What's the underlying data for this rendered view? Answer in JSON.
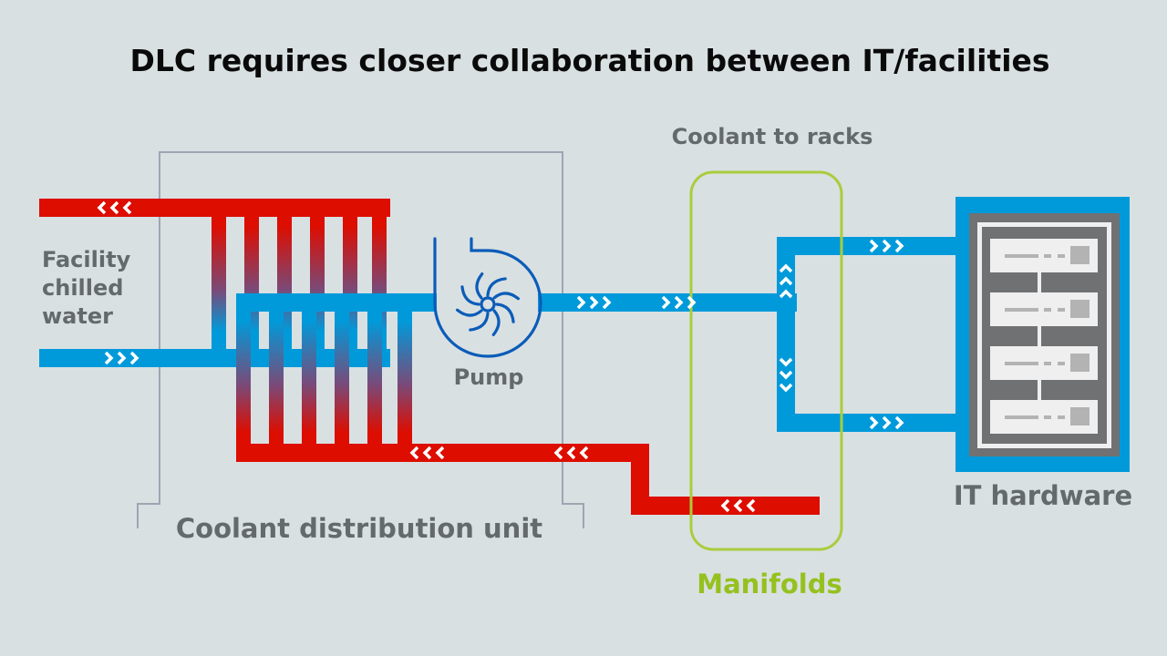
{
  "title": "DLC requires closer collaboration between IT/facilities",
  "labels": {
    "facility_water": [
      "Facility",
      "chilled",
      "water"
    ],
    "pump": "Pump",
    "cdu": "Coolant distribution unit",
    "coolant_to_racks": "Coolant to racks",
    "manifolds": "Manifolds",
    "it_hardware": "IT hardware"
  },
  "icons": {
    "pump": "pump-impeller-icon",
    "server_rack": "server-rack-icon",
    "flow_arrow": "chevron-flow-arrows"
  },
  "colors": {
    "background": "#d9e0e2",
    "hot_pipe": "#dd0d00",
    "cold_pipe": "#009ada",
    "pump": "#0b5cb8",
    "manifold_outline": "#a9cd3d",
    "manifold_label": "#95c11f",
    "bracket": "#9ca6b3",
    "label_gray": "#646a6c",
    "title": "#0a0a0a",
    "rack_dark": "#707172",
    "rack_light": "#efefef",
    "rack_detail": "#b3b3b3"
  },
  "server_count": 4
}
